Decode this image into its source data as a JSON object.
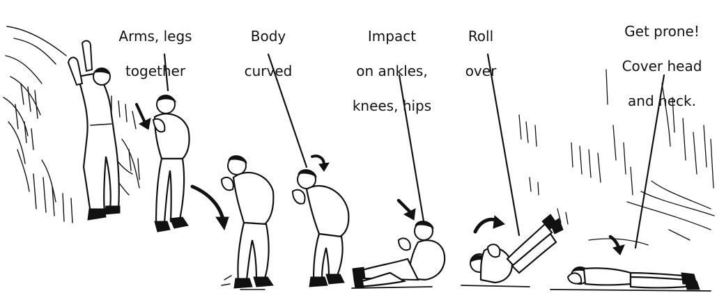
{
  "steps": [
    {
      "id": "arms-legs-together",
      "lines": [
        "Arms, legs",
        "together"
      ]
    },
    {
      "id": "body-curved",
      "lines": [
        "Body",
        "curved"
      ]
    },
    {
      "id": "impact",
      "lines": [
        "Impact",
        "on ankles,",
        "knees, hips"
      ]
    },
    {
      "id": "roll-over",
      "lines": [
        "Roll",
        "over"
      ]
    },
    {
      "id": "get-prone",
      "lines": [
        "Get prone!",
        "Cover head",
        "and neck."
      ]
    }
  ],
  "colors": {
    "ink": "#111111",
    "paper": "#ffffff"
  }
}
